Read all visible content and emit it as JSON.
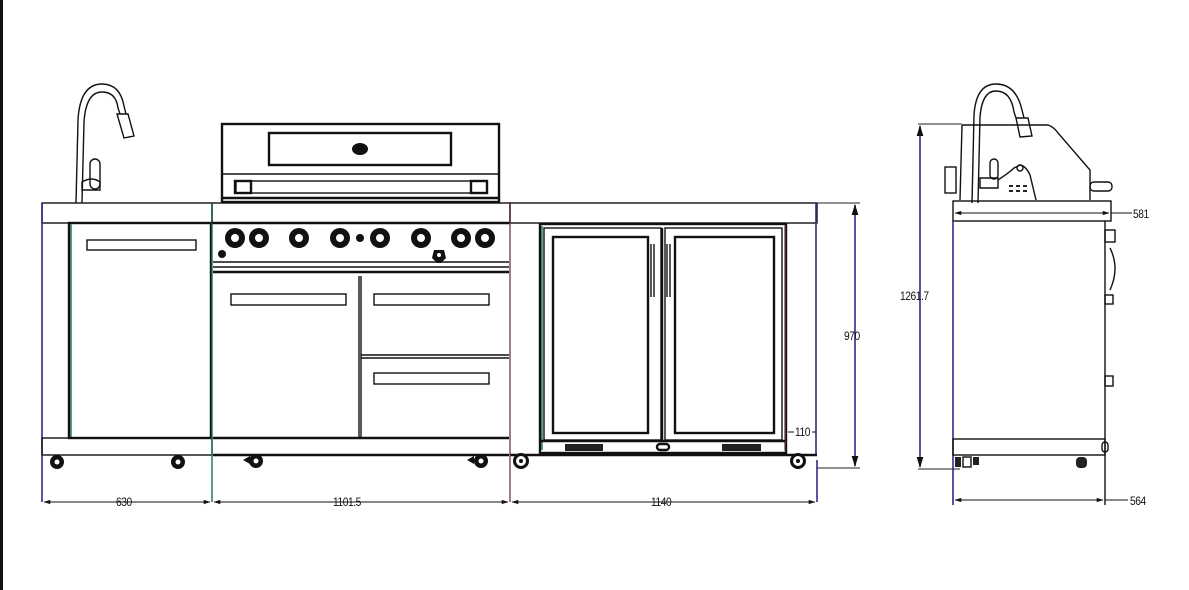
{
  "drawing": {
    "type": "technical elevation drawing",
    "subject": "outdoor kitchen island (sink cabinet, grill with side burner drawers, double-door beverage fridge)",
    "views": [
      "front-elevation",
      "side-elevation"
    ],
    "units": "mm"
  },
  "dimensions": {
    "sink_cabinet_width": "630",
    "grill_cabinet_width": "1101.5",
    "fridge_cabinet_width": "1140",
    "counter_height": "970",
    "fridge_side_panel": "110",
    "overall_height_with_faucet": "1261.7",
    "countertop_depth": "581",
    "base_depth": "564"
  },
  "colors": {
    "line": "#111111",
    "dimension_blue": "#2b2b8a",
    "dimension_teal": "#1a6d62",
    "dimension_brown": "#6a3a3a",
    "background": "#ffffff"
  },
  "components": {
    "grill_knobs_count": 8,
    "fridge_doors_count": 2,
    "grill_drawers_count": 2,
    "casters_front": 6
  }
}
